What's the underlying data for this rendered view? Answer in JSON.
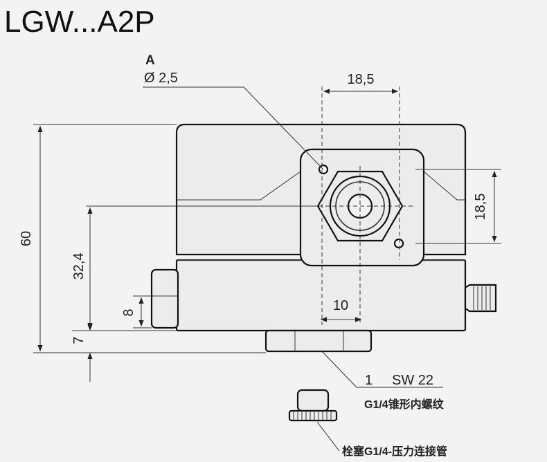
{
  "title": "LGW...A2P",
  "labels": {
    "A": "A",
    "hole_dia": "Ø 2,5",
    "item_1": "1",
    "sw22": "SW 22",
    "thread": "G1/4锥形内螺纹",
    "plug": "栓塞G1/4-压力连接管"
  },
  "dimensions": {
    "top_width": "18,5",
    "right_height": "18,5",
    "overall_height": "60",
    "center_height": "32,4",
    "knob_height": "8",
    "base_offset": "7",
    "bottom_width": "10"
  }
}
